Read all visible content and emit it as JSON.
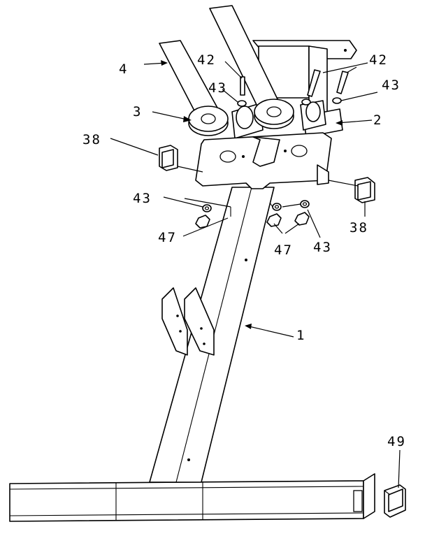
{
  "labels": {
    "part_1": "1",
    "part_2": "2",
    "part_3": "3",
    "part_4": "4",
    "part_38_left": "38",
    "part_38_right": "38",
    "part_42_left": "42",
    "part_42_right": "42",
    "part_43_top_left": "43",
    "part_43_top_right": "43",
    "part_43_mid_left": "43",
    "part_43_mid_right": "43",
    "part_47_left": "47",
    "part_47_right": "47",
    "part_49": "49"
  }
}
